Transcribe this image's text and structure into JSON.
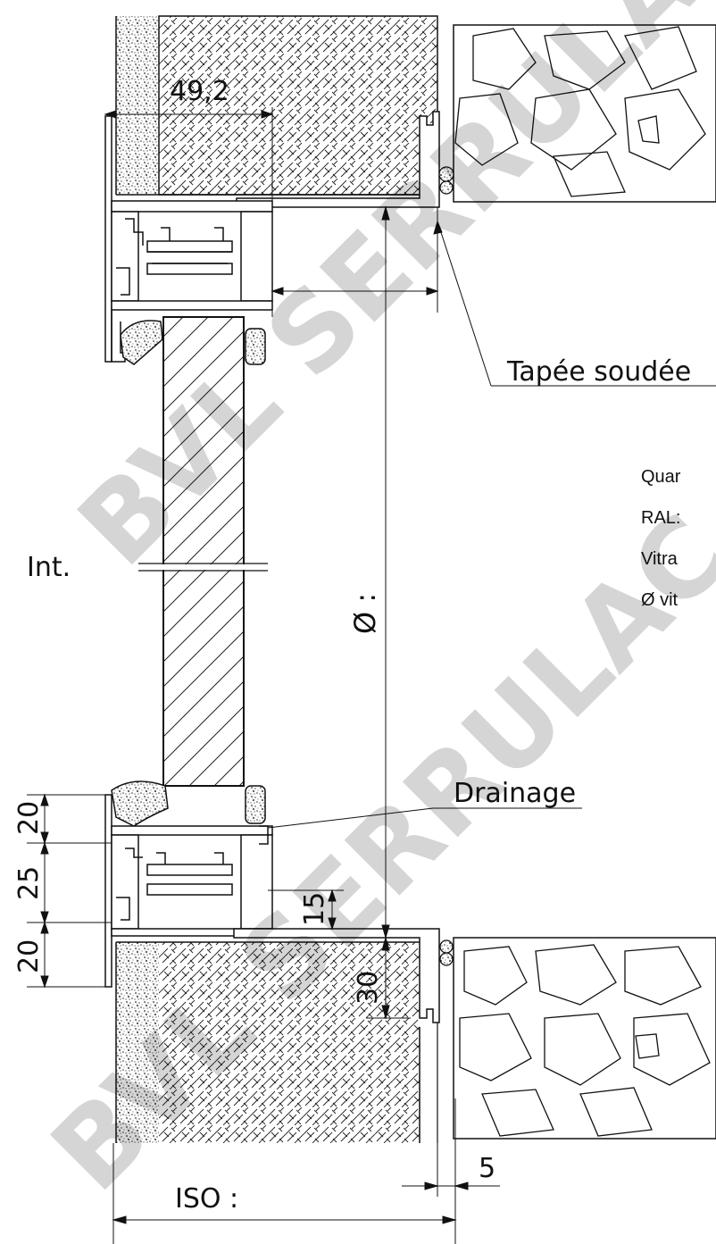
{
  "watermarks": [
    "BVL SERRULAC",
    "BVL SERRULAC"
  ],
  "dimensions": {
    "glass_offset": "49,2",
    "top_rail": "20",
    "mid_rail": "25",
    "bottom_rail": "20",
    "drain_height": "15",
    "sill_depth": "30",
    "gap": "5",
    "diameter": "Ø :",
    "iso": "ISO :"
  },
  "labels": {
    "tapee": "Tapée soudée",
    "interior": "Int.",
    "drainage": "Drainage"
  },
  "specs": [
    "Quar",
    "RAL:",
    "Vitra",
    "Ø vit"
  ],
  "colors": {
    "ink": "#111111",
    "watermark": "#000000"
  }
}
